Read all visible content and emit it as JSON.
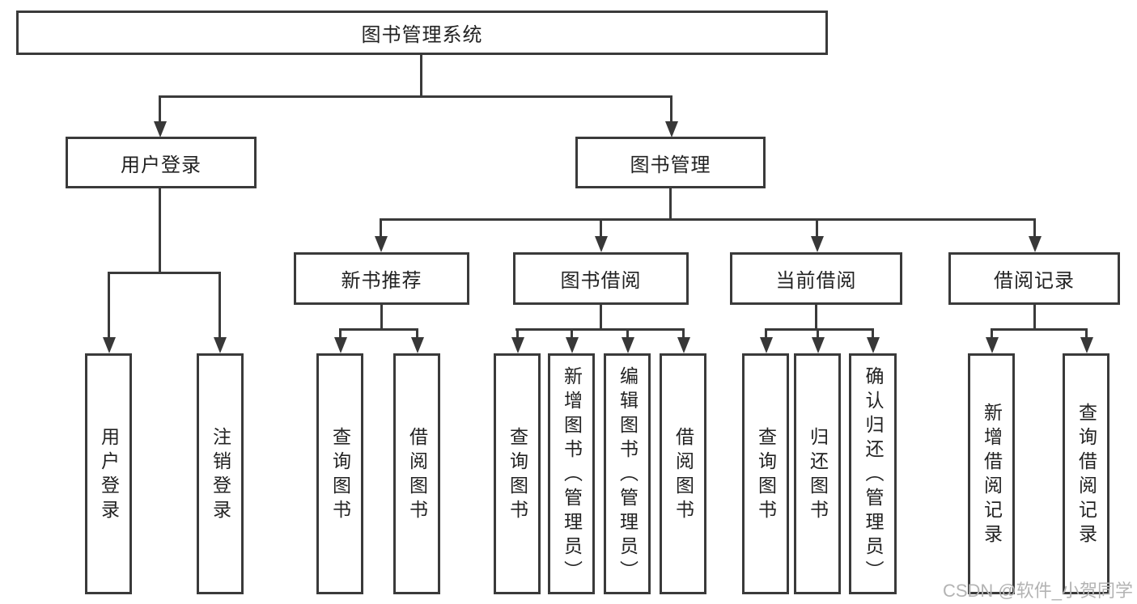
{
  "nodes": {
    "root": {
      "label": "图书管理系统"
    },
    "userLogin": {
      "label": "用户登录",
      "children": [
        {
          "label": "用户登录"
        },
        {
          "label": "注销登录"
        }
      ]
    },
    "bookManagement": {
      "label": "图书管理",
      "children": [
        {
          "label": "新书推荐",
          "children": [
            {
              "label": "查询图书"
            },
            {
              "label": "借阅图书"
            }
          ]
        },
        {
          "label": "图书借阅",
          "children": [
            {
              "label": "查询图书"
            },
            {
              "label": "新增图书（管理员）"
            },
            {
              "label": "编辑图书（管理员）"
            },
            {
              "label": "借阅图书"
            }
          ]
        },
        {
          "label": "当前借阅",
          "children": [
            {
              "label": "查询图书"
            },
            {
              "label": "归还图书"
            },
            {
              "label": "确认归还（管理员）"
            }
          ]
        },
        {
          "label": "借阅记录",
          "children": [
            {
              "label": "新增借阅记录"
            },
            {
              "label": "查询借阅记录"
            }
          ]
        }
      ]
    }
  },
  "watermark": {
    "text": "CSDN @软件_小贺同学"
  },
  "colors": {
    "line": "#3a3a3a",
    "box_border": "#3a3a3a",
    "text": "#222222",
    "watermark": "#b3b3b3",
    "background": "#ffffff"
  }
}
